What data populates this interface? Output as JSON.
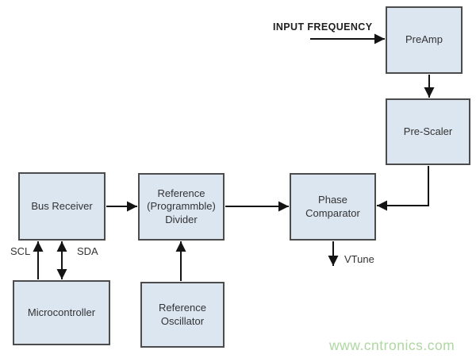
{
  "diagram": {
    "blocks": {
      "preamp": {
        "label": "PreAmp"
      },
      "prescaler": {
        "label": "Pre-Scaler"
      },
      "phase_comparator": {
        "label": "Phase\nComparator"
      },
      "reference_divider": {
        "label": "Reference\n(Programmble)\nDivider"
      },
      "bus_receiver": {
        "label": "Bus Receiver"
      },
      "microcontroller": {
        "label": "Microcontroller"
      },
      "reference_oscillator": {
        "label": "Reference\nOscillator"
      }
    },
    "labels": {
      "input_frequency": "INPUT FREQUENCY",
      "scl": "SCL",
      "sda": "SDA",
      "vtune": "VTune"
    },
    "watermark": "www.cntronics.com",
    "colors": {
      "block_fill": "#dce6f1",
      "block_border": "#4c4c4c",
      "wire": "#141414",
      "text": "#333333",
      "watermark_green": "#aed7a1"
    }
  }
}
